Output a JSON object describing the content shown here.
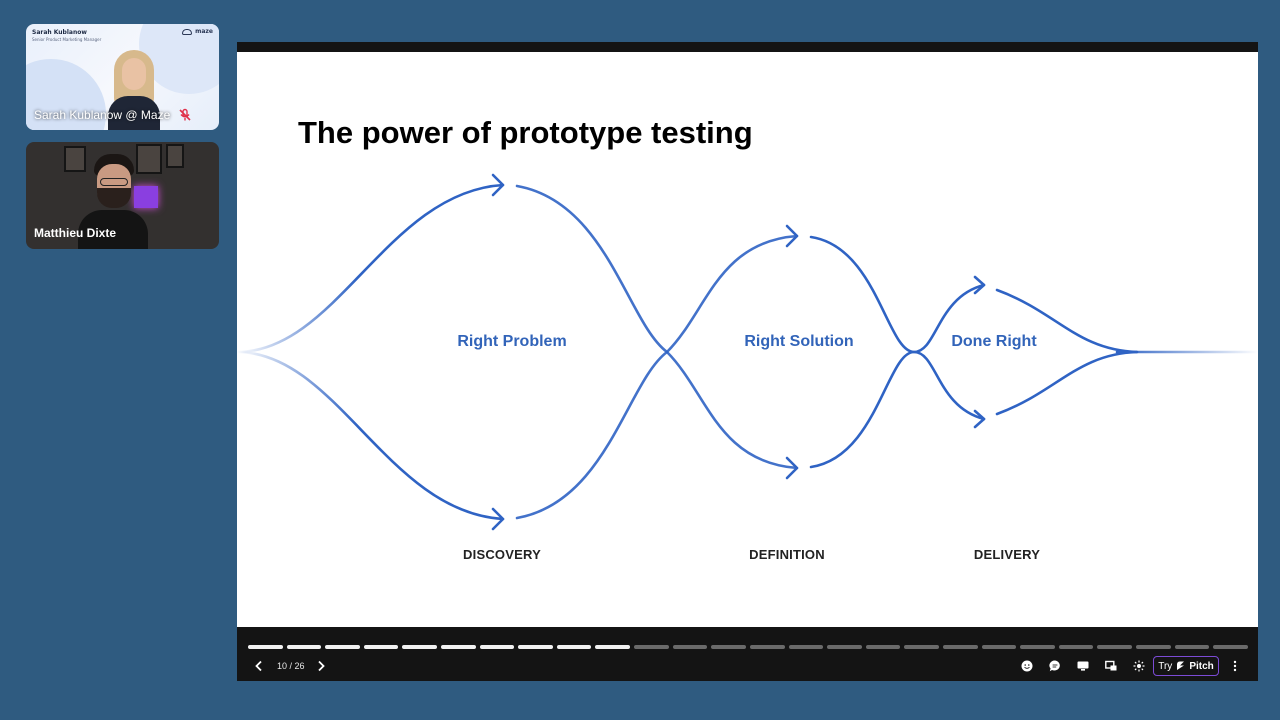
{
  "participants": [
    {
      "name": "Sarah Kublanow @ Maze",
      "header_name": "Sarah Kublanow",
      "header_role": "Senior Product Marketing Manager",
      "brand": "maze",
      "muted": true
    },
    {
      "name": "Matthieu Dixte",
      "muted": false
    }
  ],
  "slide": {
    "title": "The power of prototype testing",
    "stages": [
      {
        "label": "Right Problem",
        "phase": "DISCOVERY"
      },
      {
        "label": "Right Solution",
        "phase": "DEFINITION"
      },
      {
        "label": "Done Right",
        "phase": "DELIVERY"
      }
    ],
    "accent_color": "#2f63c4"
  },
  "player": {
    "counter": "10 / 26",
    "current_slide": 10,
    "total_slides": 26,
    "try_label": "Try",
    "pitch_label": "Pitch",
    "icons": [
      "chevron-left-icon",
      "chevron-right-icon",
      "emoji-icon",
      "comment-icon",
      "present-icon",
      "picture-in-picture-icon",
      "focus-icon",
      "more-icon"
    ]
  }
}
